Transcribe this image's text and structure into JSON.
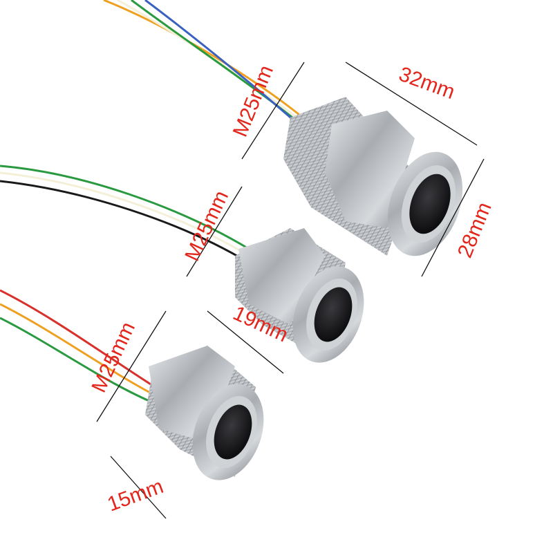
{
  "labels": {
    "large_length": "32mm",
    "large_thread": "M25mm",
    "large_diameter": "28mm",
    "medium_thread": "M25mm",
    "medium_length": "19mm",
    "small_thread": "M25mm",
    "small_length": "15mm"
  },
  "colors": {
    "dimension_text": "#e3261b",
    "metal": "#b8bcc0",
    "sensor_face": "#1c1c1e"
  },
  "wire_colors": [
    "#d8302a",
    "#f0a020",
    "#f4f0d8",
    "#2a9a40",
    "#1a1a1a",
    "#3a60c0"
  ]
}
